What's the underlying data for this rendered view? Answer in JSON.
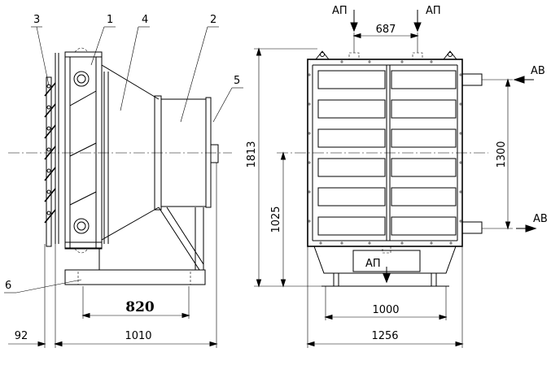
{
  "callouts": {
    "c1": "1",
    "c2": "2",
    "c3": "3",
    "c4": "4",
    "c5": "5",
    "c6": "6"
  },
  "side_view": {
    "dim_820": "820",
    "dim_1010": "1010",
    "dim_92": "92"
  },
  "front_view": {
    "dim_687": "687",
    "dim_1813": "1813",
    "dim_1025": "1025",
    "dim_1300": "1300",
    "dim_1000": "1000",
    "dim_1256": "1256",
    "label_ap_left": "АП",
    "label_ap_right": "АП",
    "label_ap_bottom": "АП",
    "label_av_top": "АВ",
    "label_av_bottom": "АВ"
  }
}
